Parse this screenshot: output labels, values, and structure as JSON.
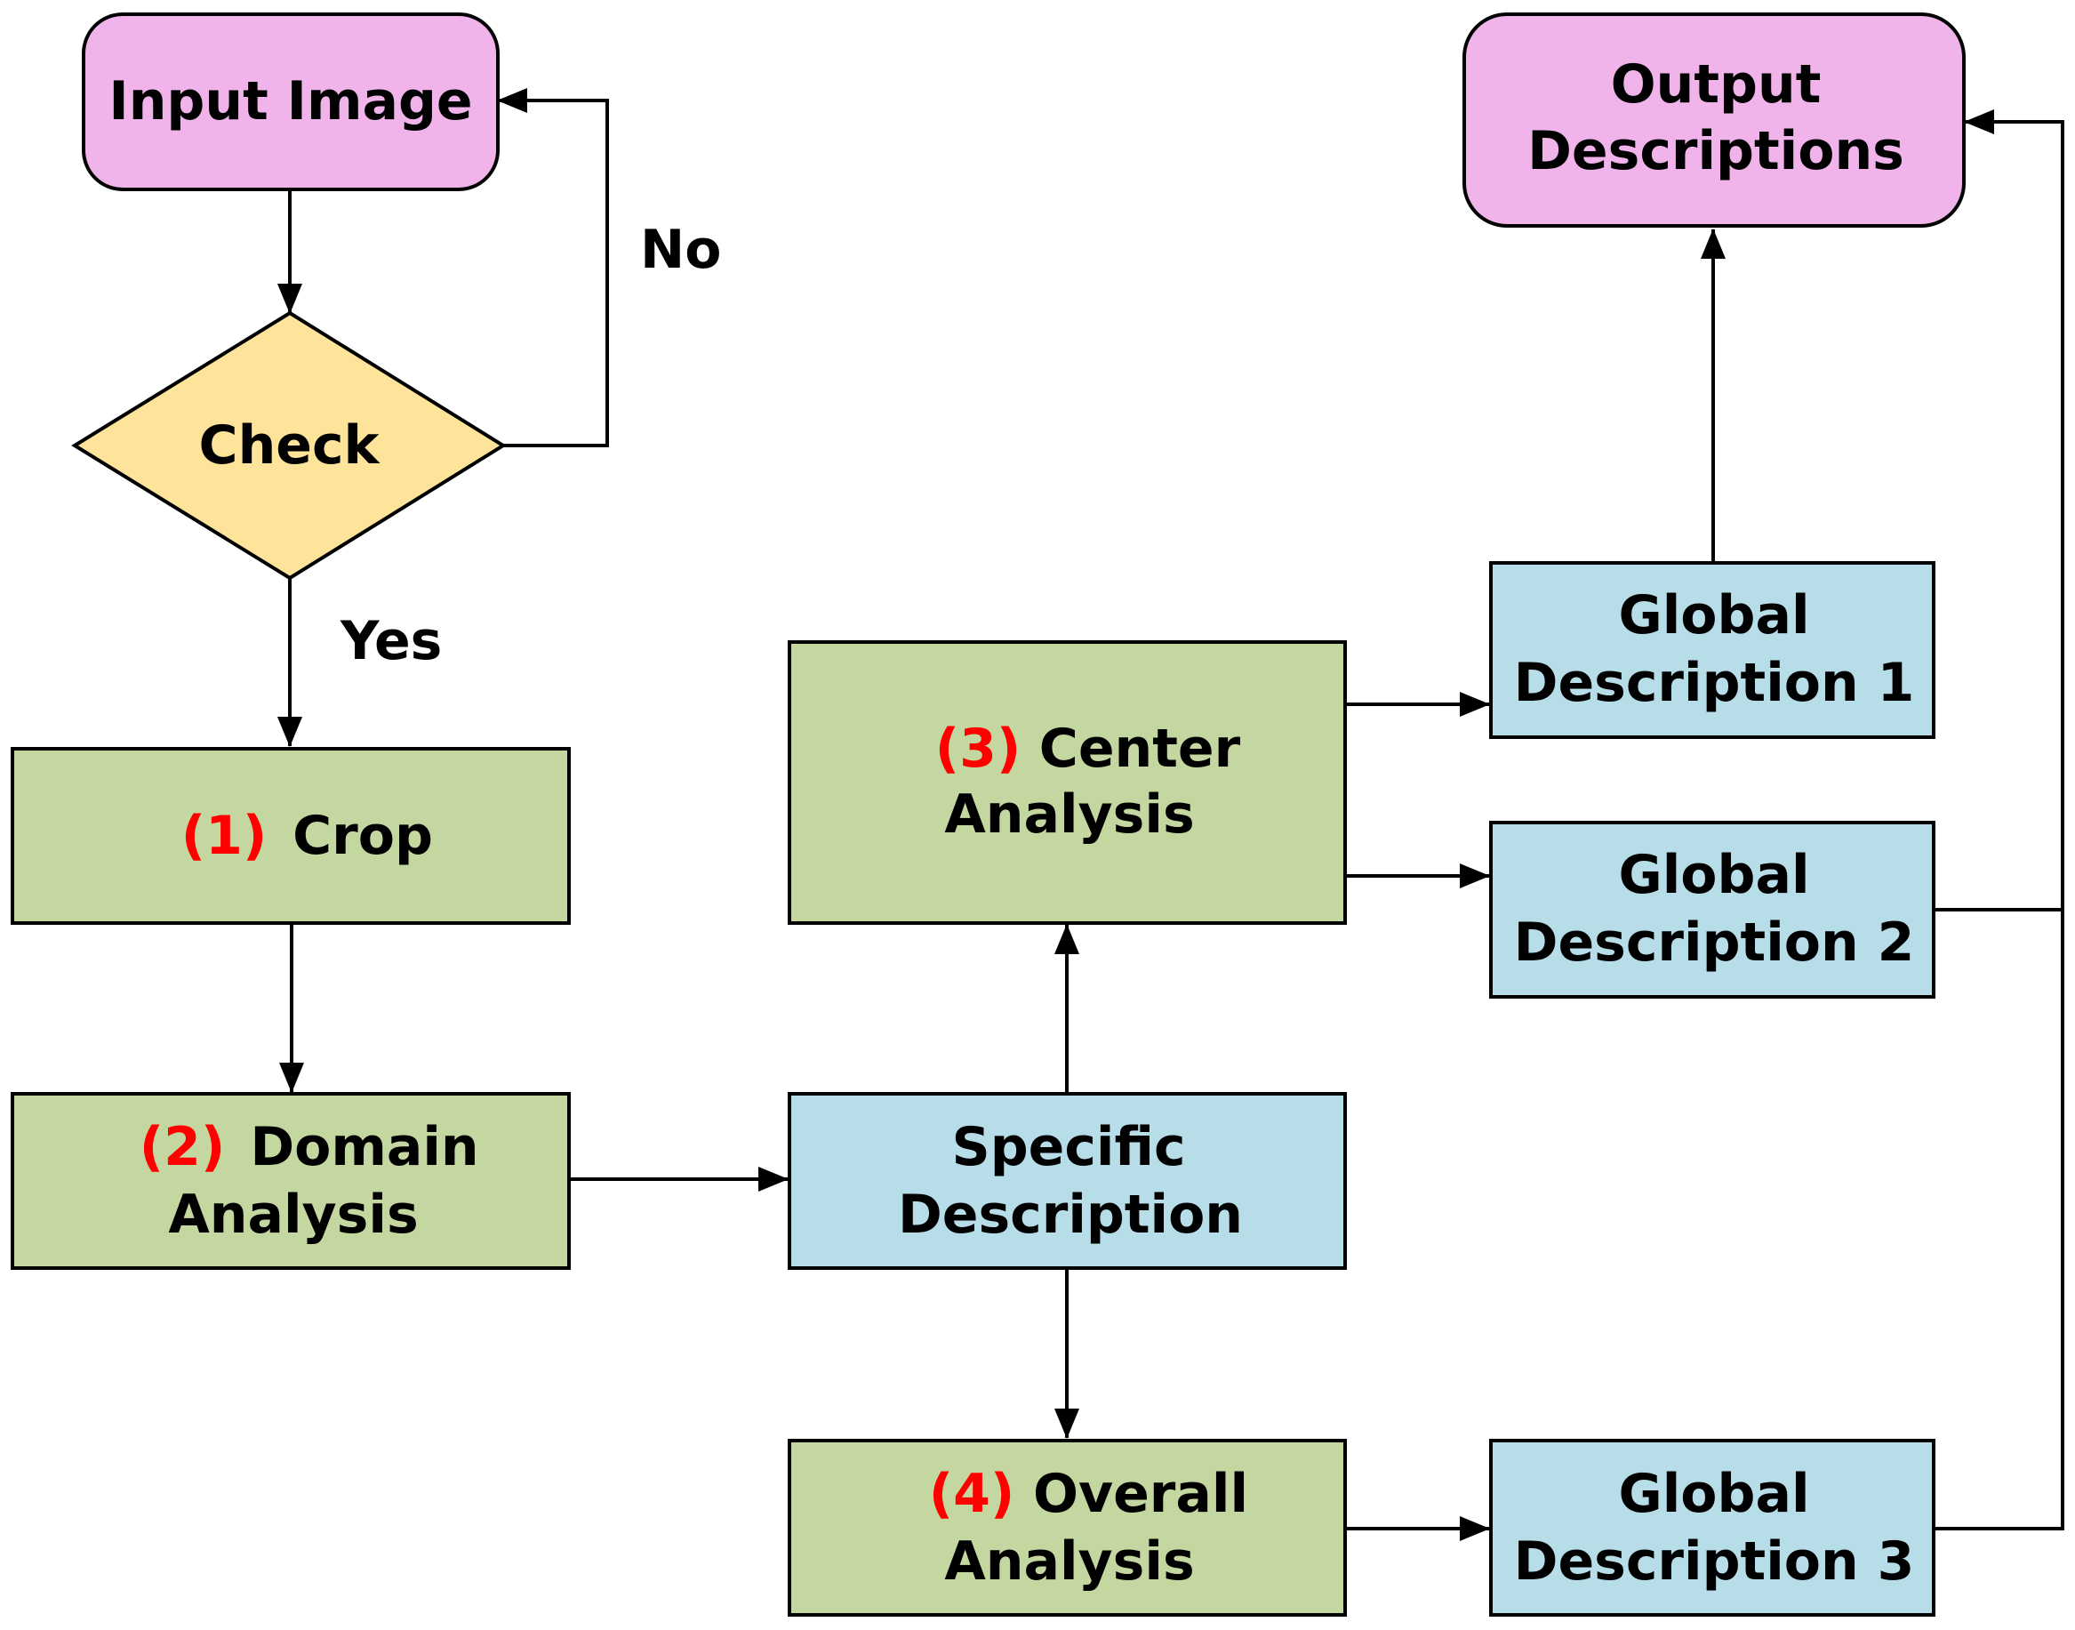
{
  "colors": {
    "terminal": "#f0b4ea",
    "decision": "#fde49a",
    "process": "#c5d7a1",
    "description": "#b7dde8",
    "step_number": "#ff0000"
  },
  "nodes": {
    "input": {
      "label": "Input Image"
    },
    "check": {
      "label": "Check"
    },
    "crop": {
      "number": "(1)",
      "label": "Crop"
    },
    "domain": {
      "number": "(2)",
      "label_line1": "Domain",
      "label_line2": "Analysis"
    },
    "specific": {
      "label_line1": "Specific",
      "label_line2": "Description"
    },
    "center": {
      "number": "(3)",
      "label_line1": "Center",
      "label_line2": "Analysis"
    },
    "overall": {
      "number": "(4)",
      "label_line1": "Overall",
      "label_line2": "Analysis"
    },
    "global1": {
      "label_line1": "Global",
      "label_line2": "Description 1"
    },
    "global2": {
      "label_line1": "Global",
      "label_line2": "Description 2"
    },
    "global3": {
      "label_line1": "Global",
      "label_line2": "Description 3"
    },
    "output": {
      "label_line1": "Output",
      "label_line2": "Descriptions"
    }
  },
  "edges": {
    "no_label": "No",
    "yes_label": "Yes"
  }
}
